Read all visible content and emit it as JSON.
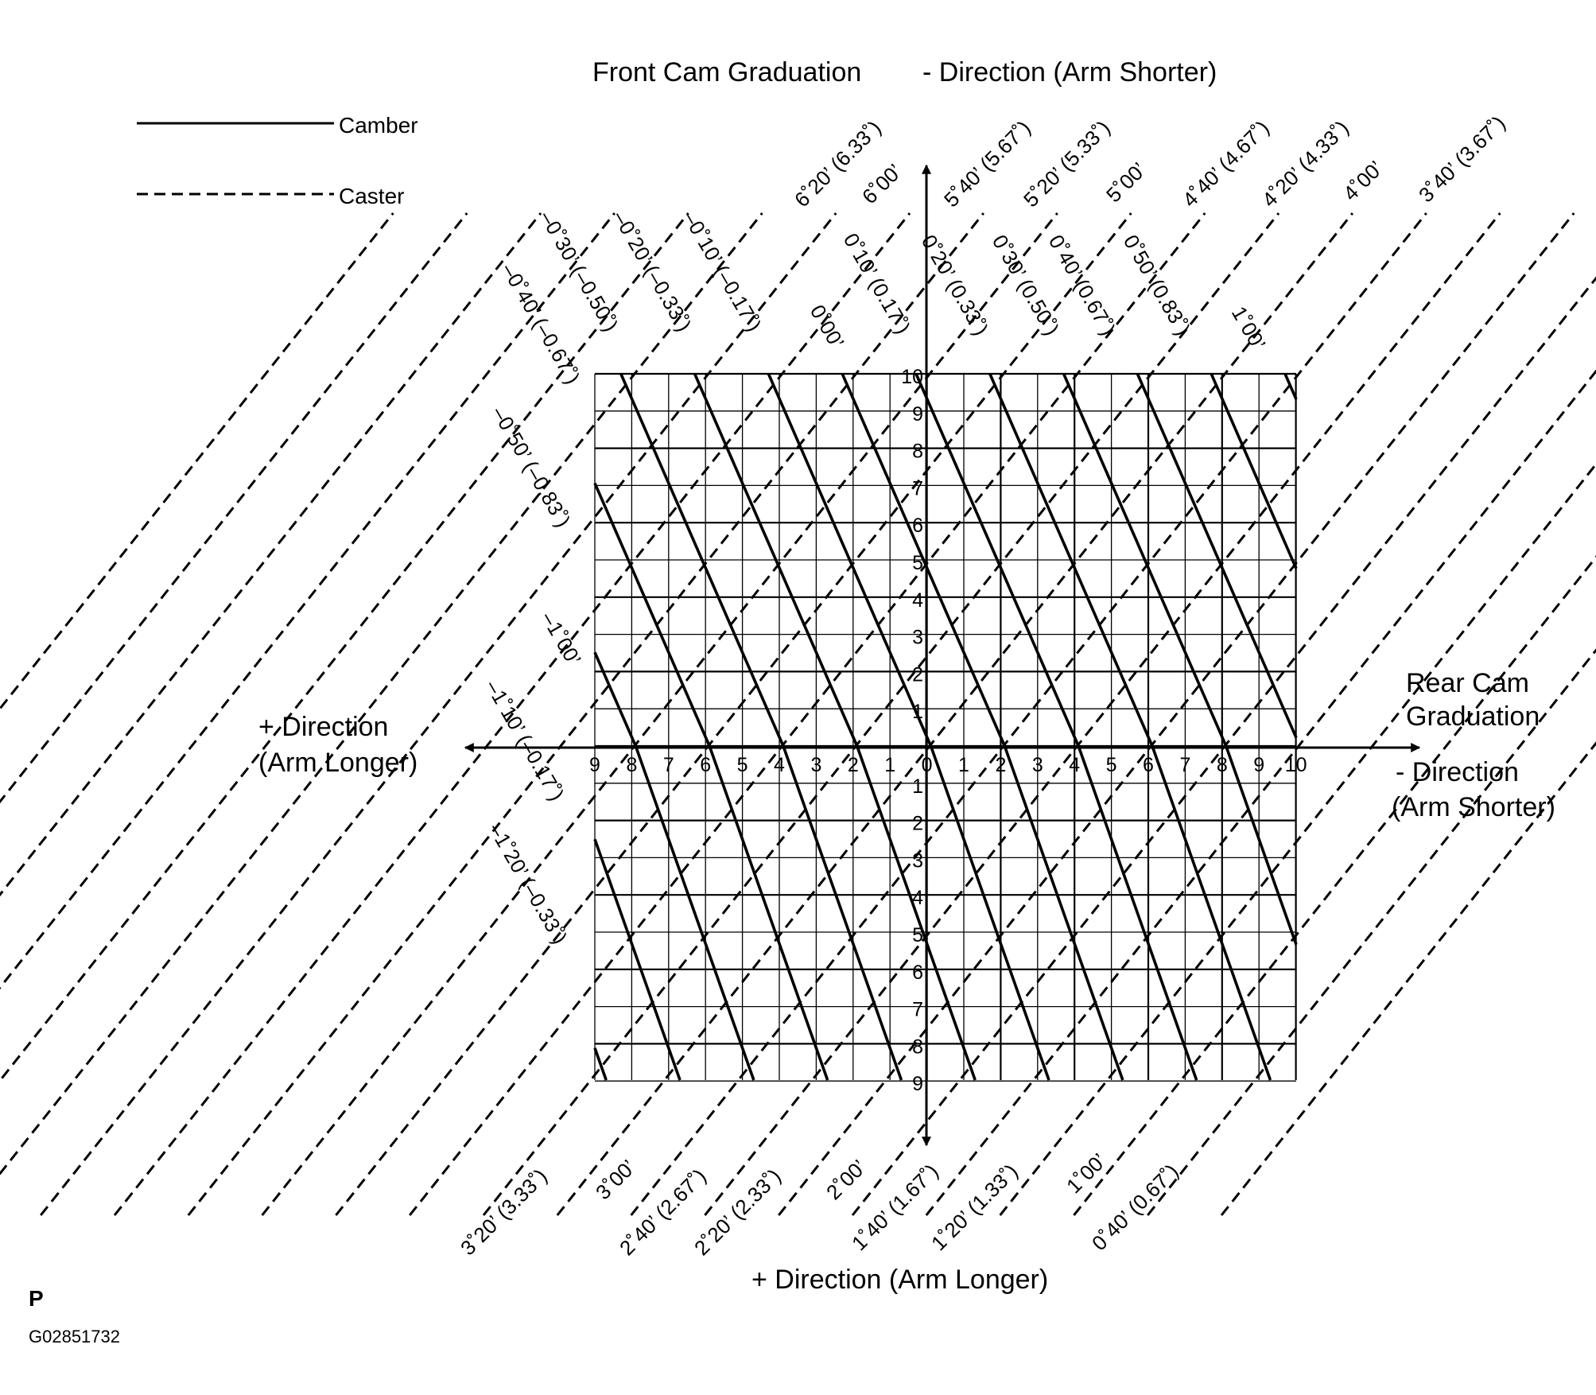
{
  "header": {
    "title": "Front Cam Graduation",
    "direction": "-  Direction (Arm Shorter)"
  },
  "legend": {
    "camber_label": "Camber",
    "caster_label": "Caster"
  },
  "axes": {
    "left_dir_line1": "+ Direction",
    "left_dir_line2": "(Arm Longer)",
    "right_title_line1": "Rear Cam",
    "right_title_line2": "Graduation",
    "right_dir_line1": "-  Direction",
    "right_dir_line2": "(Arm Shorter)",
    "bottom_dir": "+ Direction (Arm Longer)"
  },
  "rear_cam_ticks": [
    "9",
    "8",
    "7",
    "6",
    "5",
    "4",
    "3",
    "2",
    "1",
    "0",
    "1",
    "2",
    "3",
    "4",
    "5",
    "6",
    "7",
    "8",
    "9",
    "10"
  ],
  "front_cam_ticks_top": [
    "1",
    "2",
    "3",
    "4",
    "5",
    "6",
    "7",
    "8",
    "9",
    "10"
  ],
  "front_cam_ticks_bottom": [
    "1",
    "2",
    "3",
    "4",
    "5",
    "6",
    "7",
    "8",
    "9"
  ],
  "camber_labels": [
    "–0˚30’ (–0.50˚)",
    "–0˚20’ (–0.33˚)",
    "–0˚10’ (–0.17˚)",
    "0˚00’",
    "0˚10’ (0.17˚)",
    "0˚20’ (0.33˚)",
    "0˚30’ (0.50˚)",
    "0˚40’ (0.67˚)",
    "0˚50’ (0.83˚)",
    "1˚00’",
    "–0˚40’ (–0.67˚)",
    "–0˚50’ (–0.83˚)",
    "–1˚00’",
    "–1˚10’ (–0.17˚)",
    "–1˚20’ (–0.33˚)"
  ],
  "caster_labels_top": [
    "6˚20’ (6.33˚)",
    "6˚00’",
    "5˚40’ (5.67˚)",
    "5˚20’ (5.33˚)",
    "5˚00’",
    "4˚40’ (4.67˚)",
    "4˚20’ (4.33˚)",
    "4˚00’",
    "3˚40’ (3.67˚)"
  ],
  "caster_labels_bottom": [
    "3˚20’ (3.33˚)",
    "3˚00’",
    "2˚40’ (2.67˚)",
    "2˚20’ (2.33˚)",
    "2˚00’",
    "1˚40’ (1.67˚)",
    "1˚20’ (1.33˚)",
    "1˚00’",
    "0˚40’ (0.67˚)"
  ],
  "footer": {
    "mark": "P",
    "code": "G02851732"
  },
  "colors": {
    "ink": "#000000",
    "paper": "#ffffff"
  }
}
